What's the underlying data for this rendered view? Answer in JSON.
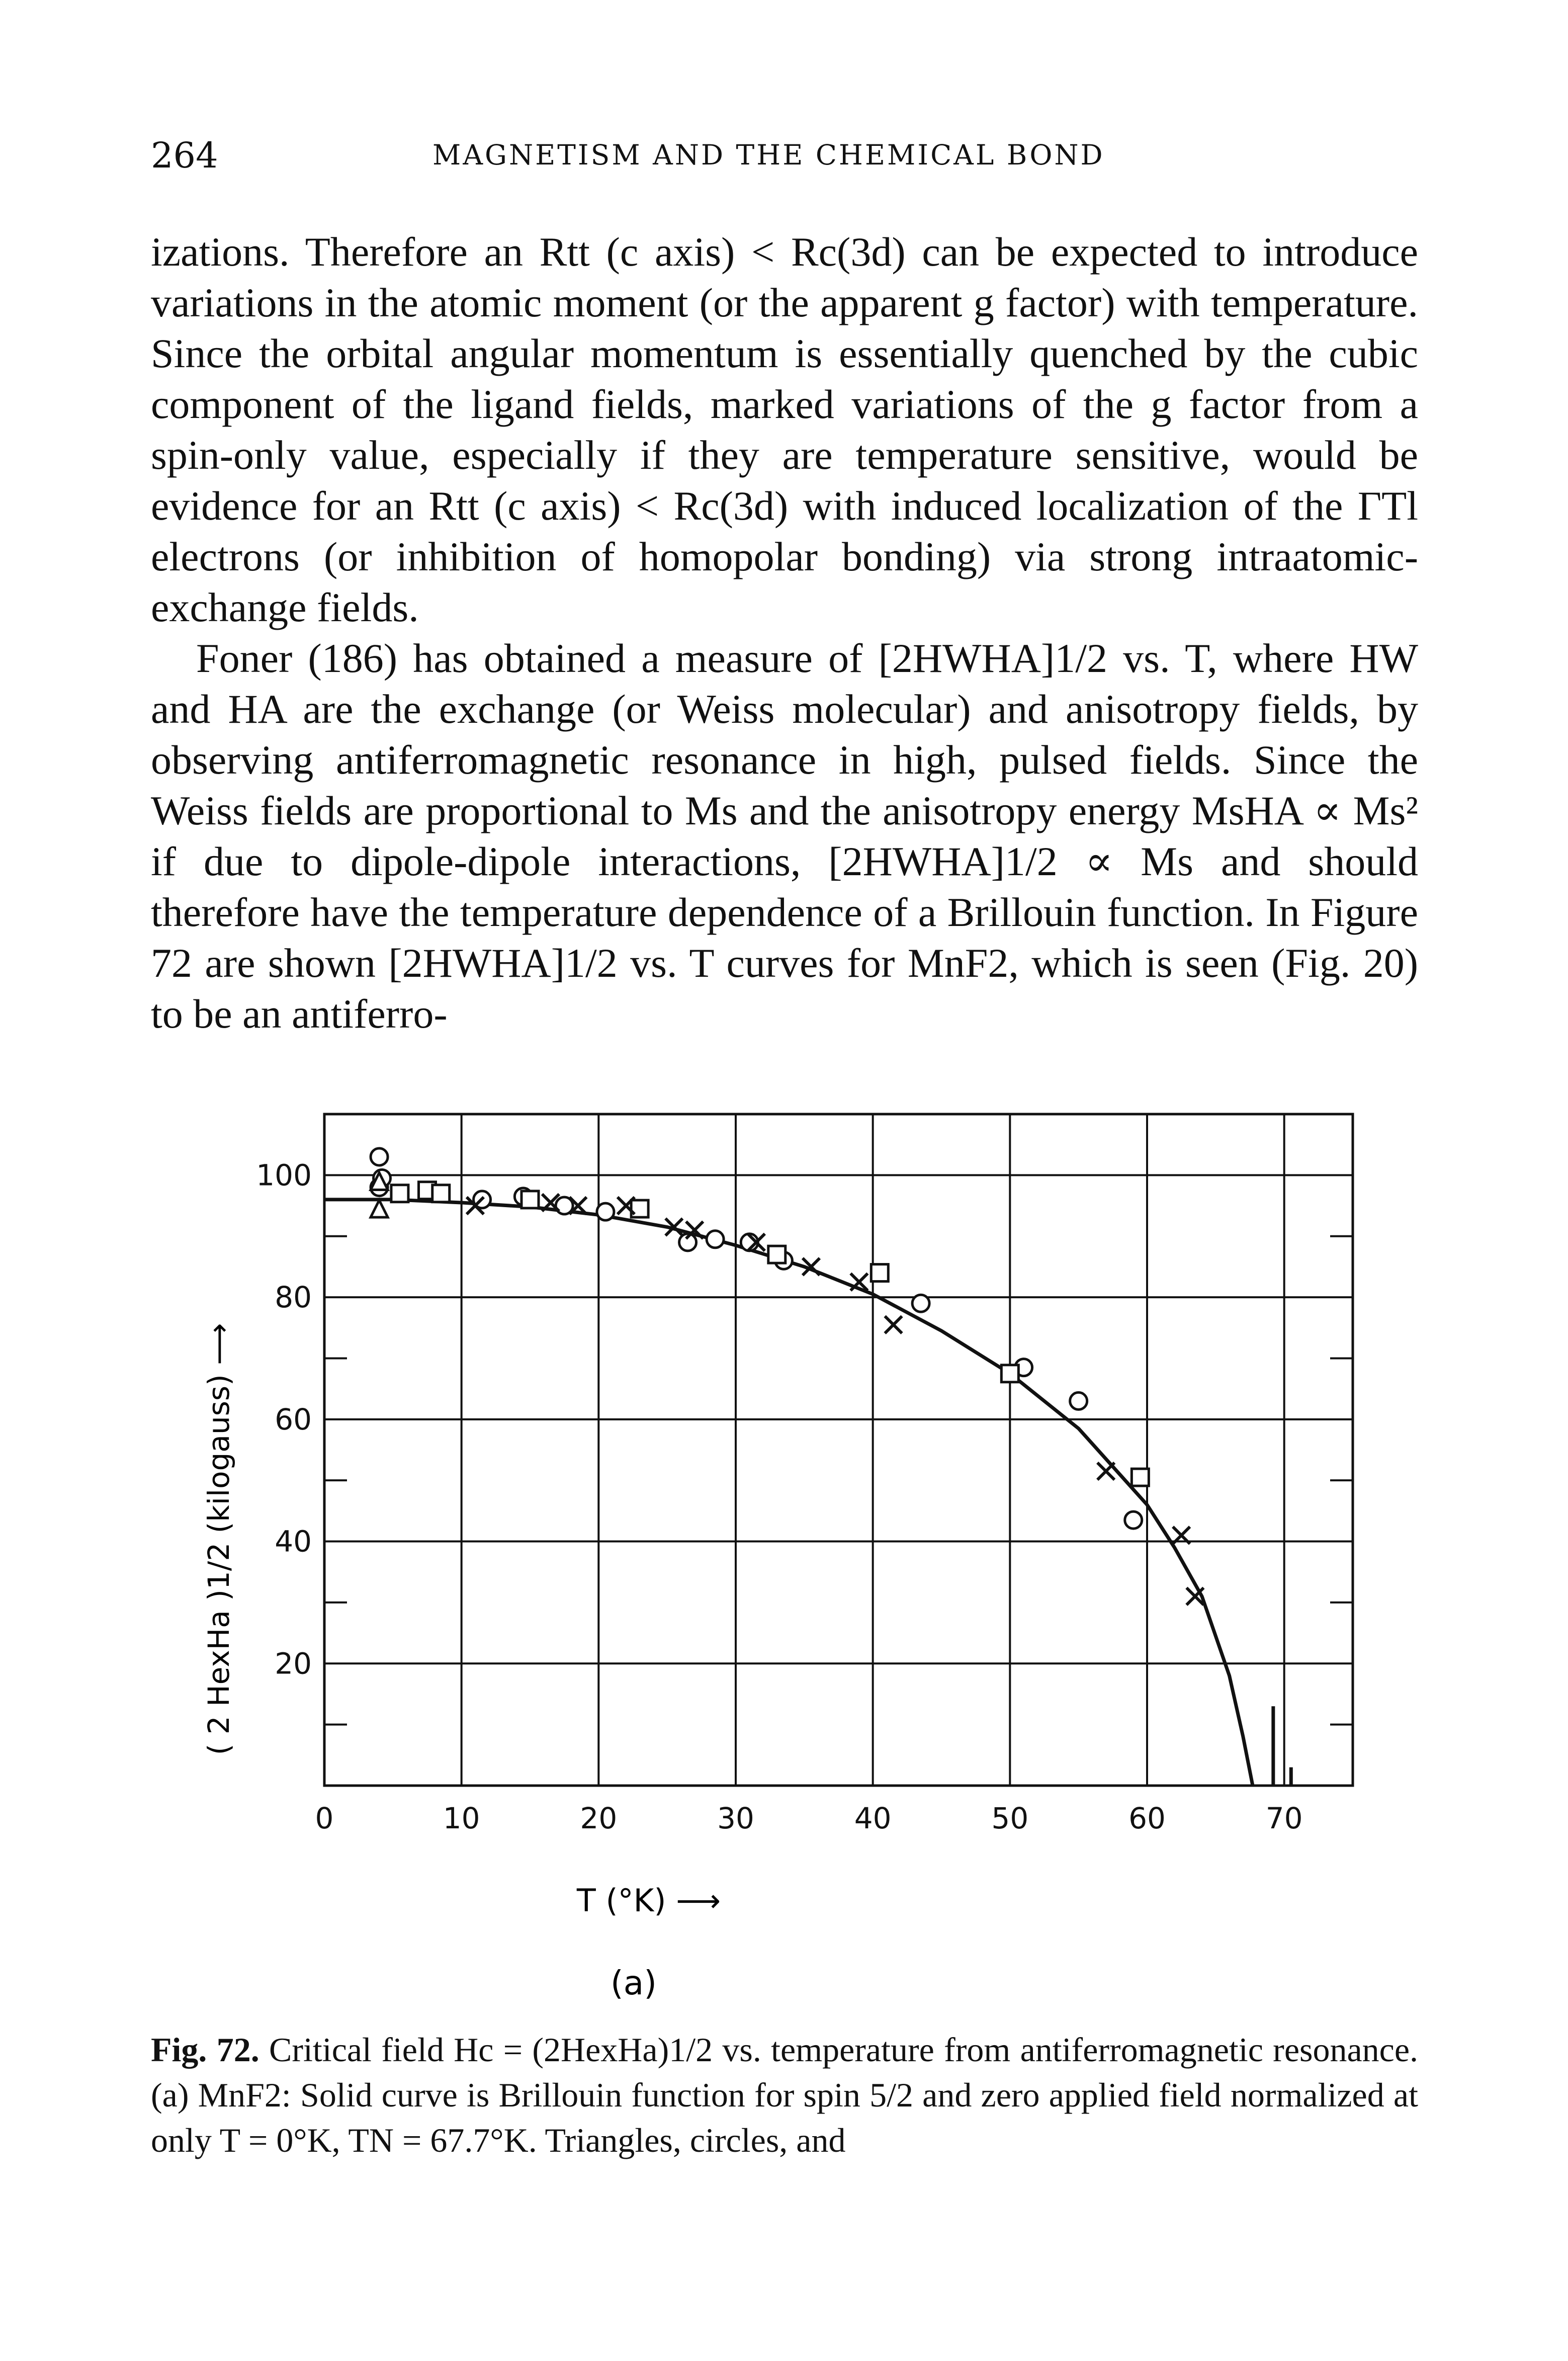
{
  "header": {
    "page_number": "264",
    "running_head": "MAGNETISM AND THE CHEMICAL BOND"
  },
  "body": {
    "paragraph1": "izations. Therefore an Rtt (c axis) < Rc(3d) can be expected to introduce variations in the atomic moment (or the apparent g factor) with temperature. Since the orbital angular momentum is essentially quenched by the cubic component of the ligand fields, marked variations of the g factor from a spin-only value, especially if they are temperature sensitive, would be evidence for an Rtt (c axis) < Rc(3d) with induced localization of the ΓTl electrons (or inhibition of homopolar bonding) via strong intraatomic-exchange fields.",
    "paragraph2": "Foner (186) has obtained a measure of [2HWHA]1/2 vs. T, where HW and HA are the exchange (or Weiss molecular) and anisotropy fields, by observing antiferromagnetic resonance in high, pulsed fields. Since the Weiss fields are proportional to Ms and the anisotropy energy MsHA ∝ Ms² if due to dipole-dipole interactions, [2HWHA]1/2 ∝ Ms and should therefore have the temperature dependence of a Brillouin function. In Figure 72 are shown [2HWHA]1/2 vs. T curves for MnF2, which is seen (Fig. 20) to be an antiferro-"
  },
  "figure": {
    "panel_label": "(a)",
    "chart_data": {
      "type": "scatter",
      "title": "",
      "xlabel": "T (°K) ⟶",
      "ylabel": "( 2 HexHa )1/2 (kilogauss) ⟶",
      "xlim": [
        0,
        75
      ],
      "ylim": [
        0,
        110
      ],
      "x_ticks": [
        "0",
        "10",
        "20",
        "30",
        "40",
        "50",
        "60",
        "70"
      ],
      "y_ticks": [
        "20",
        "40",
        "60",
        "80",
        "100"
      ],
      "grid": true,
      "curve": {
        "name": "",
        "x": [
          0,
          5,
          10,
          15,
          20,
          25,
          30,
          35,
          40,
          45,
          50,
          55,
          58,
          60,
          62,
          64,
          66,
          67,
          67.7
        ],
        "y": [
          96,
          96,
          95.5,
          94.8,
          93.5,
          91.5,
          88.5,
          85,
          80.5,
          74.5,
          67.5,
          58.5,
          51,
          46,
          39,
          31,
          18,
          8,
          0
        ]
      },
      "series": [
        {
          "name": "",
          "marker": "circle",
          "x": [
            4,
            4,
            4.2,
            11.5,
            14.5,
            17.5,
            20.5,
            26.5,
            28.5,
            31,
            33.5,
            43.5,
            51,
            55,
            59
          ],
          "y": [
            103,
            98,
            99.5,
            96,
            96.5,
            95,
            94,
            89,
            89.5,
            89,
            86,
            79,
            68.5,
            63,
            43.5
          ]
        },
        {
          "name": "",
          "marker": "square",
          "x": [
            5.5,
            7.5,
            8.5,
            15,
            23,
            33,
            40.5,
            50,
            59.5
          ],
          "y": [
            97,
            97.5,
            97,
            96,
            94.5,
            87,
            84,
            67.5,
            50.5
          ]
        },
        {
          "name": "",
          "marker": "triangle",
          "x": [
            4,
            4
          ],
          "y": [
            99,
            94.5
          ]
        },
        {
          "name": "",
          "marker": "cross",
          "x": [
            11,
            16.5,
            18.5,
            22,
            25.5,
            27,
            31.5,
            35.5,
            39,
            41.5,
            57,
            62.5,
            63.5
          ],
          "y": [
            95,
            95.5,
            95,
            95,
            91.5,
            91,
            89,
            85,
            82.5,
            75.5,
            51.5,
            41,
            31
          ]
        }
      ],
      "vertical_bars": [
        {
          "x": 69.2,
          "y_top": 13
        },
        {
          "x": 70.5,
          "y_top": 3
        }
      ]
    }
  },
  "caption": {
    "label": "Fig. 72.",
    "text": "Critical field Hc = (2HexHa)1/2 vs. temperature from antiferromagnetic resonance. (a) MnF2: Solid curve is Brillouin function for spin 5/2 and zero applied field normalized at only T = 0°K, TN = 67.7°K. Triangles, circles, and"
  }
}
